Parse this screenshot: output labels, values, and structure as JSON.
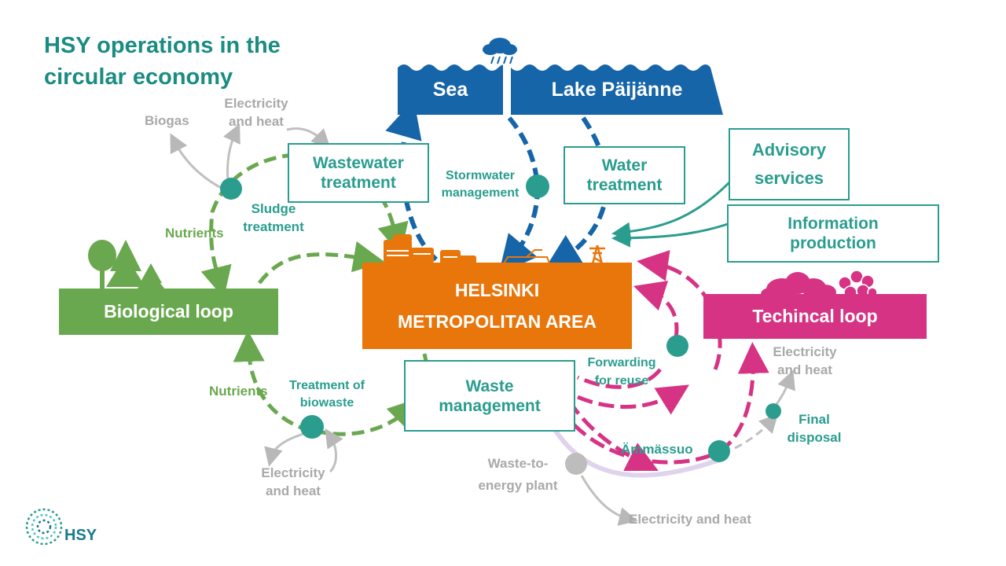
{
  "title": "HSY operations in the circular economy",
  "logo": {
    "text": "HSY"
  },
  "water": {
    "sea": "Sea",
    "lake": "Lake Päijänne"
  },
  "boxes": {
    "wastewater": "Wastewater treatment",
    "water_treatment": "Water treatment",
    "advisory": "Advisory services",
    "information": "Information production",
    "helsinki_line1": "HELSINKI",
    "helsinki_line2": "METROPOLITAN AREA",
    "biological": "Biological loop",
    "technical": "Techincal loop",
    "waste": "Waste management"
  },
  "labels": {
    "biogas": "Biogas",
    "elec_heat_top": "Electricity and heat",
    "sludge": "Sludge treatment",
    "nutrients_top": "Nutrients",
    "stormwater": "Stormwater management",
    "nutrients_bottom": "Nutrients",
    "biowaste": "Treatment of biowaste",
    "elec_heat_bottom_left": "Electricity and heat",
    "forwarding": "Forwarding for reuse",
    "elec_heat_right": "Electricity and heat",
    "final_disposal": "Final disposal",
    "ammassuo": "Ämmässuo",
    "wte": "Waste-to-energy plant",
    "elec_heat_bottom": "Electricity and heat"
  },
  "colors": {
    "teal": "#2a9d8f",
    "blue": "#1565a8",
    "orange": "#e8760a",
    "green": "#6aa84f",
    "magenta": "#d63384",
    "gray": "#b0b0b0",
    "lilac": "#ddd0ea"
  },
  "icons": [
    "cloud-rain-icon",
    "trees-icon",
    "factory-icon",
    "tram-icon",
    "power-pylon-icon",
    "pollution-cloud-icon",
    "rubble-icon",
    "hsy-logo-icon"
  ]
}
